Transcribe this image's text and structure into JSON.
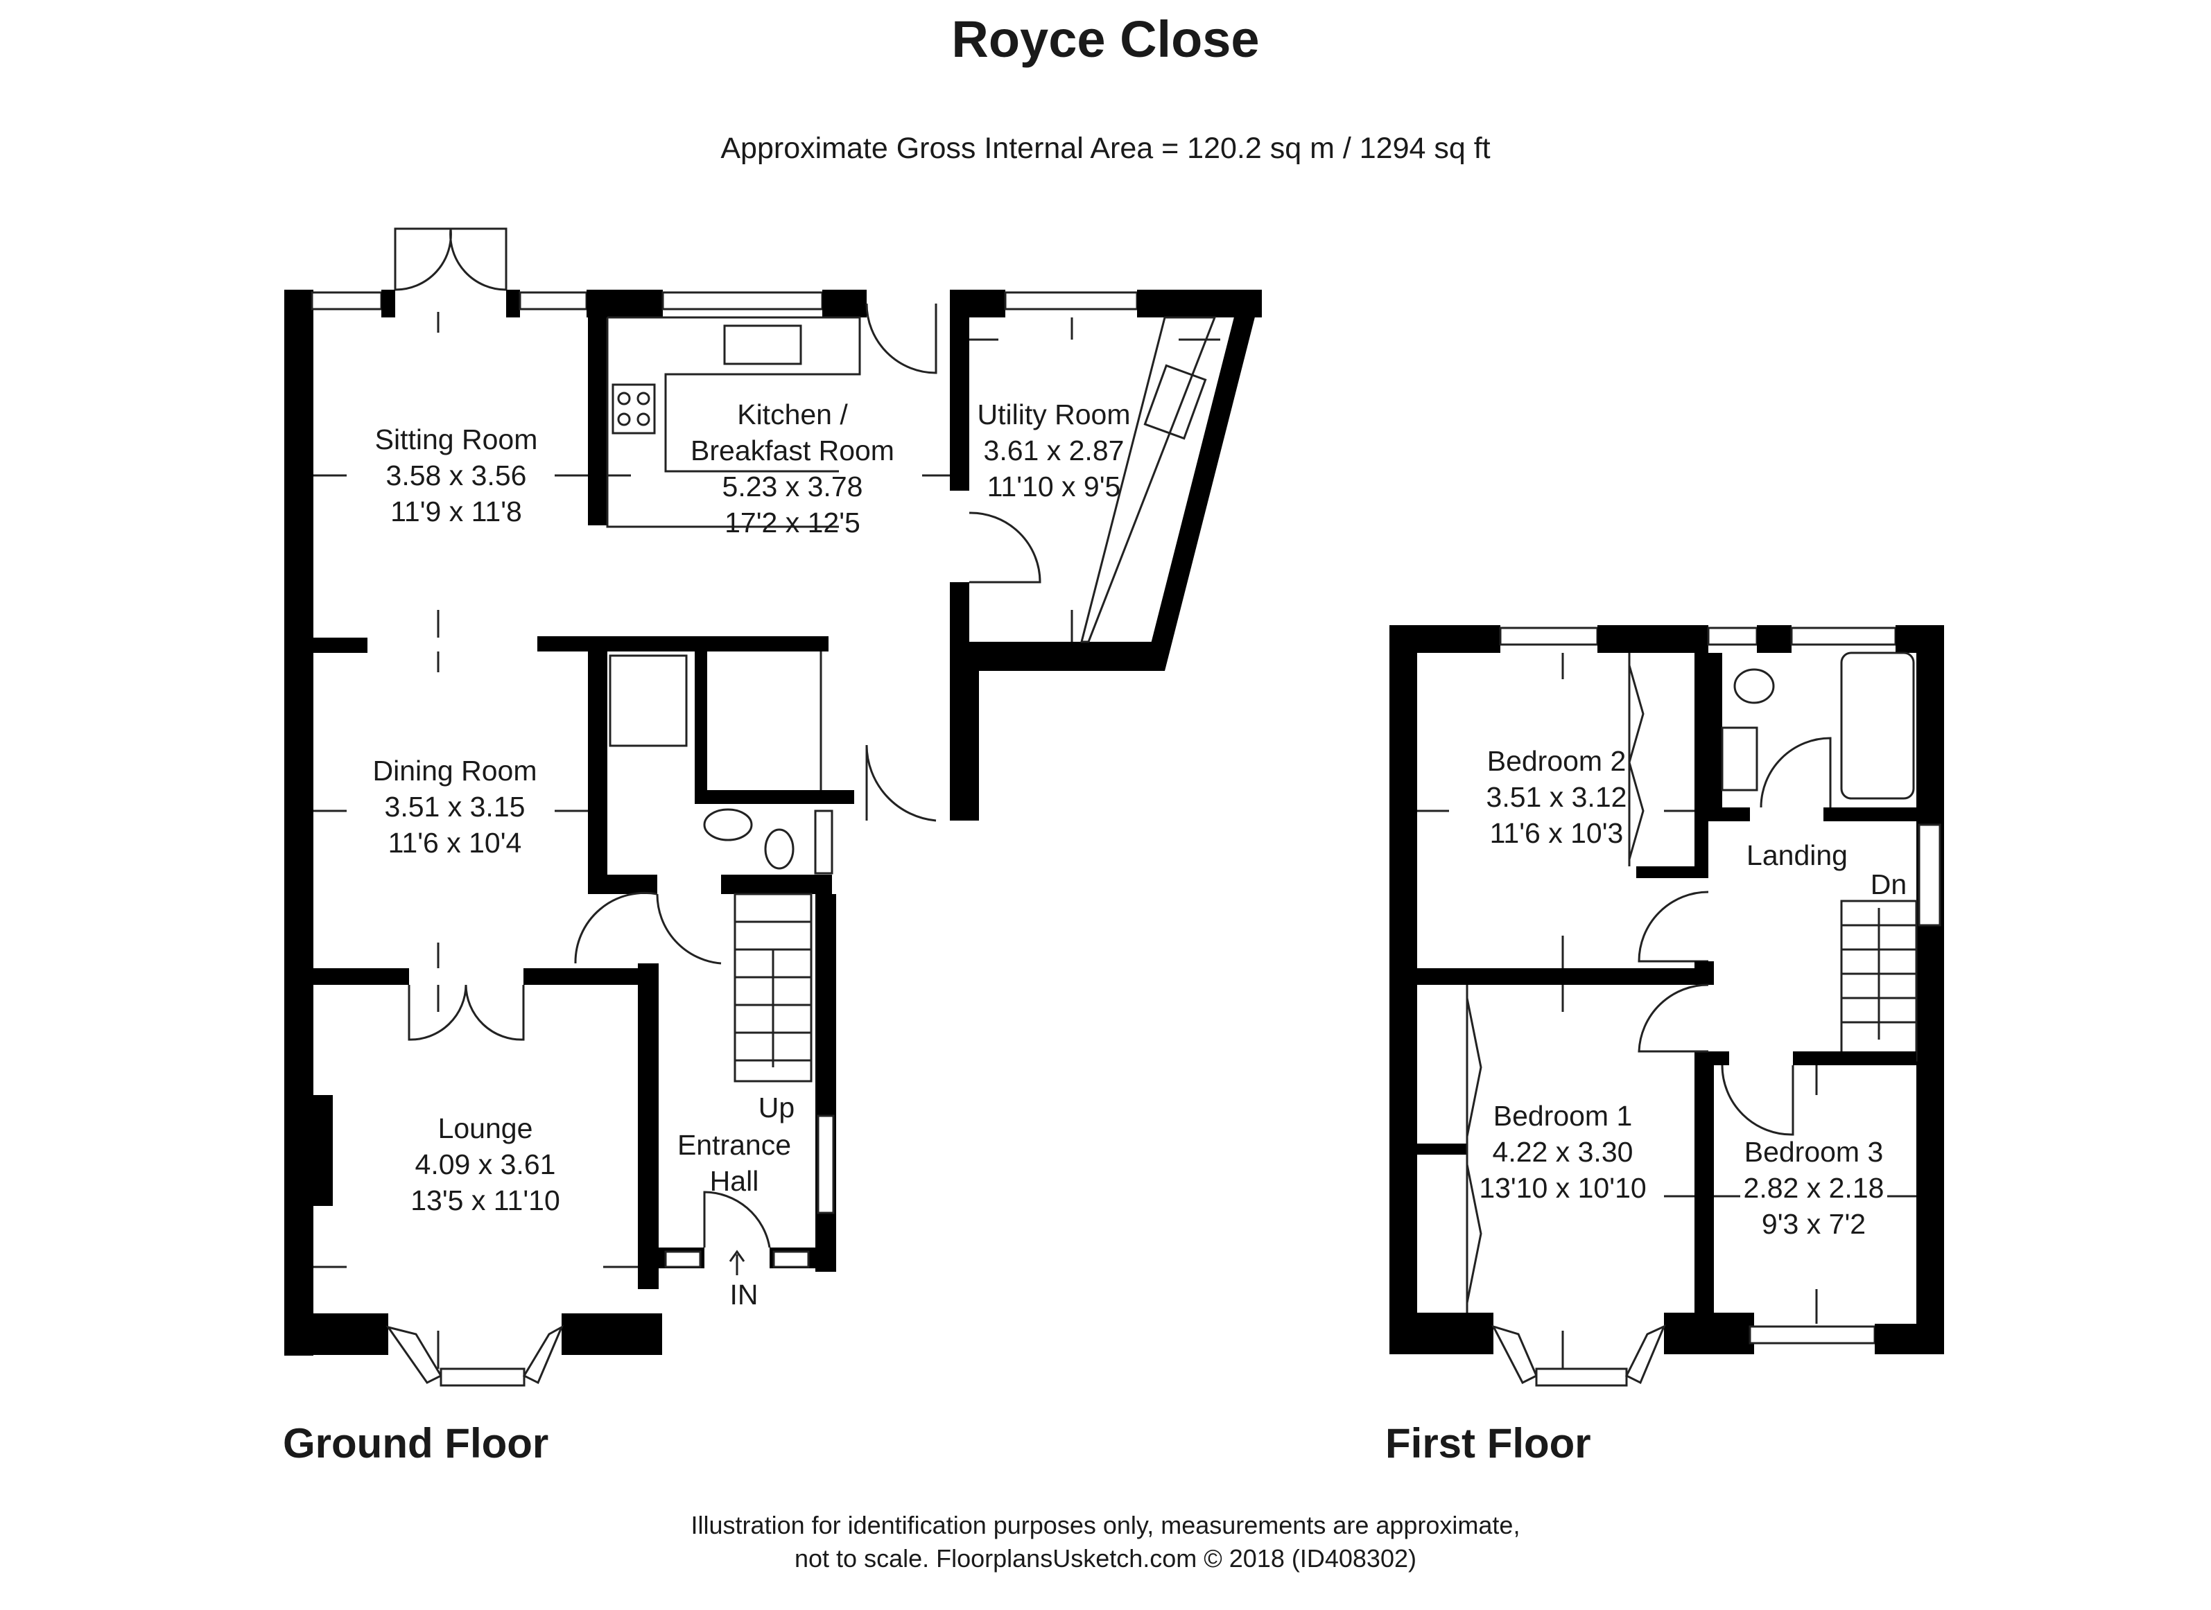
{
  "title": "Royce Close",
  "subtitle": "Approximate Gross Internal Area = 120.2 sq m / 1294 sq ft",
  "floors": {
    "ground": {
      "label": "Ground Floor",
      "rooms": {
        "sitting": {
          "name": "Sitting Room",
          "metric": "3.58 x 3.56",
          "imperial": "11'9 x 11'8"
        },
        "kitchen": {
          "name1": "Kitchen /",
          "name2": "Breakfast Room",
          "metric": "5.23 x 3.78",
          "imperial": "17'2 x 12'5"
        },
        "utility": {
          "name": "Utility Room",
          "metric": "3.61 x 2.87",
          "imperial": "11'10 x 9'5"
        },
        "dining": {
          "name": "Dining Room",
          "metric": "3.51 x 3.15",
          "imperial": "11'6 x 10'4"
        },
        "lounge": {
          "name": "Lounge",
          "metric": "4.09 x 3.61",
          "imperial": "13'5 x 11'10"
        },
        "hall": {
          "name1": "Entrance",
          "name2": "Hall"
        }
      },
      "stairs_label": "Up",
      "entry_label": "IN"
    },
    "first": {
      "label": "First Floor",
      "rooms": {
        "bed2": {
          "name": "Bedroom 2",
          "metric": "3.51 x 3.12",
          "imperial": "11'6 x 10'3"
        },
        "bed1": {
          "name": "Bedroom 1",
          "metric": "4.22 x 3.30",
          "imperial": "13'10 x 10'10"
        },
        "bed3": {
          "name": "Bedroom 3",
          "metric": "2.82 x 2.18",
          "imperial": "9'3 x 7'2"
        },
        "landing": {
          "name": "Landing"
        }
      },
      "stairs_label": "Dn"
    }
  },
  "footer": {
    "line1": "Illustration for identification purposes only, measurements are approximate,",
    "line2": "not to scale. FloorplansUsketch.com © 2018 (ID408302)"
  }
}
